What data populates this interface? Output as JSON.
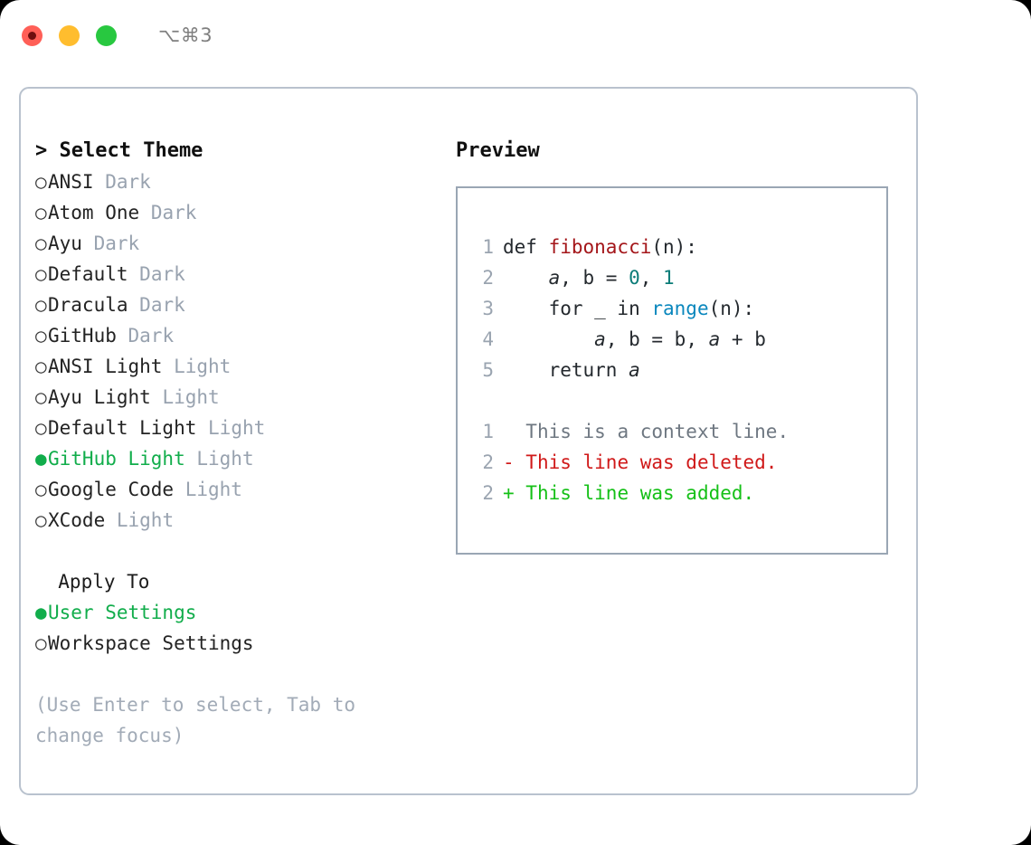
{
  "titlebar": {
    "buttons": [
      {
        "name": "close-button",
        "color": "#ff5f57"
      },
      {
        "name": "minimize-button",
        "color": "#ffbd2e"
      },
      {
        "name": "maximize-button",
        "color": "#28c840"
      }
    ],
    "shortcut": "⌥⌘3"
  },
  "theme_picker": {
    "heading": "> Select Theme",
    "items": [
      {
        "marker": "○",
        "name": "ANSI",
        "suffix": "Dark",
        "selected": false
      },
      {
        "marker": "○",
        "name": "Atom One",
        "suffix": "Dark",
        "selected": false
      },
      {
        "marker": "○",
        "name": "Ayu",
        "suffix": "Dark",
        "selected": false
      },
      {
        "marker": "○",
        "name": "Default",
        "suffix": "Dark",
        "selected": false
      },
      {
        "marker": "○",
        "name": "Dracula",
        "suffix": "Dark",
        "selected": false
      },
      {
        "marker": "○",
        "name": "GitHub",
        "suffix": "Dark",
        "selected": false
      },
      {
        "marker": "○",
        "name": "ANSI Light",
        "suffix": "Light",
        "selected": false
      },
      {
        "marker": "○",
        "name": "Ayu Light",
        "suffix": "Light",
        "selected": false
      },
      {
        "marker": "○",
        "name": "Default Light",
        "suffix": "Light",
        "selected": false
      },
      {
        "marker": "●",
        "name": "GitHub Light",
        "suffix": "Light",
        "selected": true
      },
      {
        "marker": "○",
        "name": "Google Code",
        "suffix": "Light",
        "selected": false
      },
      {
        "marker": "○",
        "name": "XCode",
        "suffix": "Light",
        "selected": false
      }
    ]
  },
  "apply_to": {
    "heading": "  Apply To",
    "items": [
      {
        "marker": "●",
        "name": "User Settings",
        "selected": true
      },
      {
        "marker": "○",
        "name": "Workspace Settings",
        "selected": false
      }
    ]
  },
  "hint": "(Use Enter to select, Tab to change focus)",
  "preview": {
    "title": "Preview",
    "code_lines": [
      {
        "ln": "1",
        "tokens": [
          {
            "t": "def ",
            "c": "plain"
          },
          {
            "t": "fibonacci",
            "c": "fn"
          },
          {
            "t": "(n):",
            "c": "plain"
          }
        ]
      },
      {
        "ln": "2",
        "tokens": [
          {
            "t": "    ",
            "c": "plain"
          },
          {
            "t": "a",
            "c": "var"
          },
          {
            "t": ", b = ",
            "c": "plain"
          },
          {
            "t": "0",
            "c": "num"
          },
          {
            "t": ", ",
            "c": "plain"
          },
          {
            "t": "1",
            "c": "num"
          }
        ]
      },
      {
        "ln": "3",
        "tokens": [
          {
            "t": "    for _ in ",
            "c": "plain"
          },
          {
            "t": "range",
            "c": "call"
          },
          {
            "t": "(n):",
            "c": "plain"
          }
        ]
      },
      {
        "ln": "4",
        "tokens": [
          {
            "t": "        ",
            "c": "plain"
          },
          {
            "t": "a",
            "c": "var"
          },
          {
            "t": ", b = b, ",
            "c": "plain"
          },
          {
            "t": "a",
            "c": "var"
          },
          {
            "t": " + b",
            "c": "plain"
          }
        ]
      },
      {
        "ln": "5",
        "tokens": [
          {
            "t": "    return ",
            "c": "plain"
          },
          {
            "t": "a",
            "c": "var"
          }
        ]
      }
    ],
    "diff_lines": [
      {
        "ln": "1",
        "prefix": "  ",
        "text": "This is a context line.",
        "kind": "ctx"
      },
      {
        "ln": "2",
        "prefix": "- ",
        "text": "This line was deleted.",
        "kind": "del"
      },
      {
        "ln": "2",
        "prefix": "+ ",
        "text": "This line was added.",
        "kind": "add"
      }
    ]
  },
  "colors": {
    "selected_green": "#11ad4b",
    "muted_gray": "#98a2af",
    "panel_border": "#b9c2ce",
    "preview_border": "#9aa6b4",
    "fn_red": "#a4161a",
    "num_teal": "#0b7c78",
    "call_blue": "#0a87bd",
    "diff_add": "#15c017",
    "diff_del": "#d01919",
    "diff_ctx": "#6e7781"
  }
}
